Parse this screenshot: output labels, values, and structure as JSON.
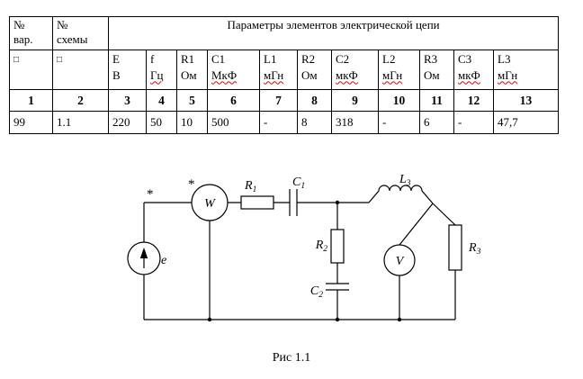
{
  "colors": {
    "border": "#000000",
    "squiggle": "#e00000",
    "background": "#ffffff"
  },
  "table": {
    "no_var": "№\nвар.",
    "no_schema": "№\nсхемы",
    "params_title": "Параметры элементов электрической цепи",
    "placeholder": "□",
    "cols": [
      {
        "name": "E",
        "unit": "В"
      },
      {
        "name": "f",
        "unit": "Гц"
      },
      {
        "name": "R1",
        "unit": "Ом"
      },
      {
        "name": "C1",
        "unit": "МкФ"
      },
      {
        "name": "L1",
        "unit": "мГн"
      },
      {
        "name": "R2",
        "unit": "Ом"
      },
      {
        "name": "C2",
        "unit": "мкФ"
      },
      {
        "name": "L2",
        "unit": "мГн"
      },
      {
        "name": "R3",
        "unit": "Ом"
      },
      {
        "name": "C3",
        "unit": "мкФ"
      },
      {
        "name": "L3",
        "unit": "мГн"
      }
    ],
    "index_row": [
      "1",
      "2",
      "3",
      "4",
      "5",
      "6",
      "7",
      "8",
      "9",
      "10",
      "11",
      "12",
      "13"
    ],
    "values_row": [
      "99",
      "1.1",
      "220",
      "50",
      "10",
      "500",
      "-",
      "8",
      "318",
      "-",
      "6",
      "-",
      "47,7"
    ]
  },
  "circuit": {
    "source_label": "e",
    "wattmeter_label": "W",
    "voltmeter_label": "V",
    "terminal_mark": "*",
    "r1": {
      "main": "R",
      "sub": "1"
    },
    "c1": {
      "main": "C",
      "sub": "1"
    },
    "l3": {
      "main": "L",
      "sub": "3"
    },
    "r2": {
      "main": "R",
      "sub": "2"
    },
    "c2": {
      "main": "C",
      "sub": "2"
    },
    "r3": {
      "main": "R",
      "sub": "3"
    }
  },
  "figure": {
    "caption": "Рис 1.1"
  }
}
